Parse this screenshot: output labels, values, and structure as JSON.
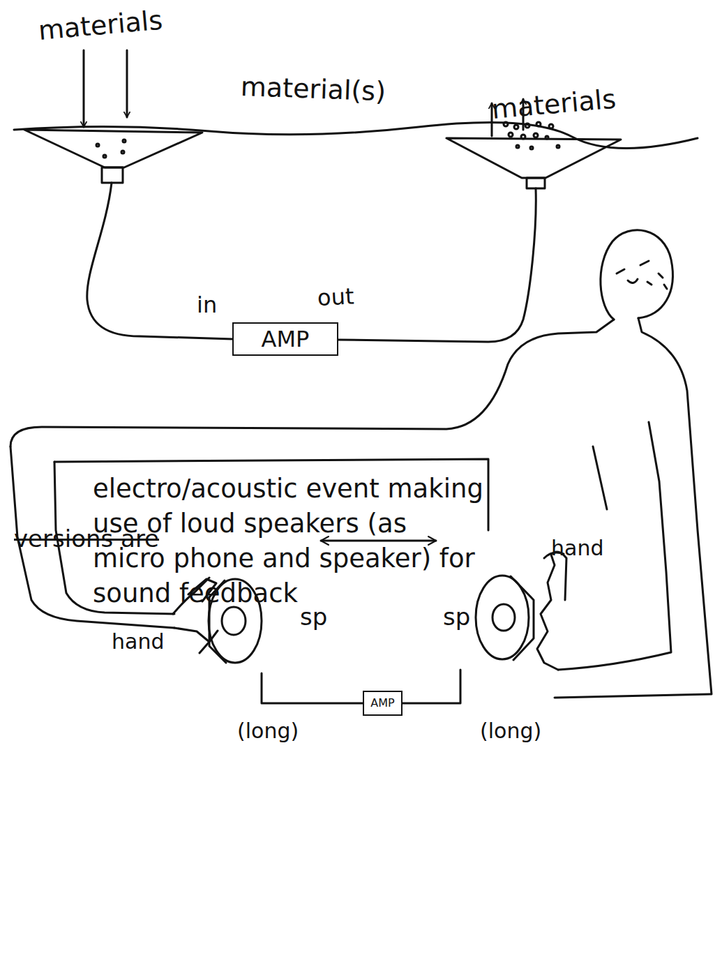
{
  "diagram": {
    "nodes": [
      {
        "text": [
          "AMP"
        ]
      },
      {
        "text": [
          "electro/acoustic event making use of loud speakers (as micro phone and speaker) for sound feedback"
        ]
      },
      {
        "text": [
          "sp"
        ]
      },
      {
        "text": [
          "sp"
        ]
      },
      {
        "text": [
          "AMP"
        ]
      }
    ],
    "edges": [
      {
        "from": 2,
        "to": 3,
        "arrow": "both"
      },
      {
        "from": 2,
        "to": 4,
        "label": "(long)",
        "arrow": "none"
      },
      {
        "from": 4,
        "to": 3,
        "label": "(long)",
        "arrow": "none"
      }
    ],
    "labels": [
      "materials",
      "material(s)",
      "materials",
      "in",
      "out",
      "versions are",
      "hand",
      "hand"
    ]
  }
}
